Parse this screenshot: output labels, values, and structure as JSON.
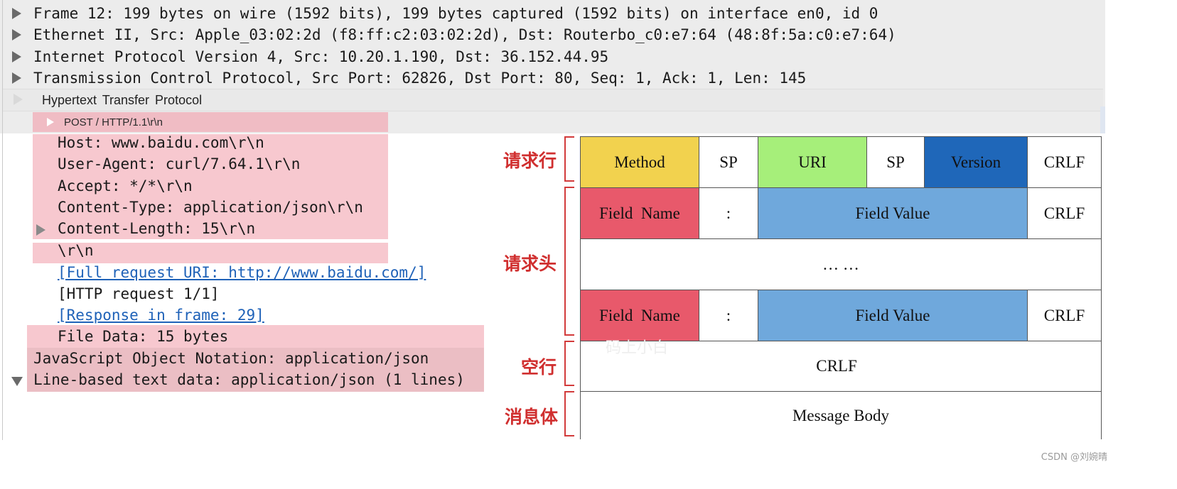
{
  "packet_tree": {
    "rows": [
      {
        "label": "Frame 12: 199 bytes on wire (1592 bits), 199 bytes captured (1592 bits) on interface en0, id 0"
      },
      {
        "label": "Ethernet II, Src: Apple_03:02:2d (f8:ff:c2:03:02:2d), Dst: Routerbo_c0:e7:64 (48:8f:5a:c0:e7:64)"
      },
      {
        "label": "Internet Protocol Version 4, Src: 10.20.1.190, Dst: 36.152.44.95"
      },
      {
        "label": "Transmission Control Protocol, Src Port: 62826, Dst Port: 80, Seq: 1, Ack: 1, Len: 145"
      }
    ],
    "http_label": "Hypertext Transfer Protocol",
    "request_line": "POST / HTTP/1.1\\r\\n",
    "headers": [
      "Host: www.baidu.com\\r\\n",
      "User-Agent: curl/7.64.1\\r\\n",
      "Accept: */*\\r\\n",
      "Content-Type: application/json\\r\\n",
      "Content-Length: 15\\r\\n"
    ],
    "blank_line": "\\r\\n",
    "full_uri": "[Full request URI: http://www.baidu.com/]",
    "http_request": "[HTTP request 1/1]",
    "response_in_frame": "[Response in frame: 29]",
    "file_data": "File Data: 15 bytes",
    "json_label": "JavaScript Object Notation: application/json",
    "line_based": "Line-based text data: application/json (1 lines)"
  },
  "diagram": {
    "sections": {
      "request_line": "请求行",
      "request_header": "请求头",
      "blank_line": "空行",
      "body": "消息体"
    },
    "request_row": {
      "method": "Method",
      "sp1": "SP",
      "uri": "URI",
      "sp2": "SP",
      "version": "Version",
      "crlf": "CRLF"
    },
    "header_row": {
      "field_name": "Field  Name",
      "colon": ":",
      "field_value": "Field Value",
      "crlf": "CRLF"
    },
    "ellipsis": "… …",
    "blank_crlf": "CRLF",
    "message_body": "Message Body",
    "faint_overlay": "码上小白",
    "colors": {
      "method": "#f2d24e",
      "uri": "#a6ef7a",
      "version": "#1f67b9",
      "field_name": "#e8596b",
      "field_value": "#6fa8dc",
      "bracket": "#d23b3b"
    }
  },
  "watermark": "CSDN @刘婉晴"
}
